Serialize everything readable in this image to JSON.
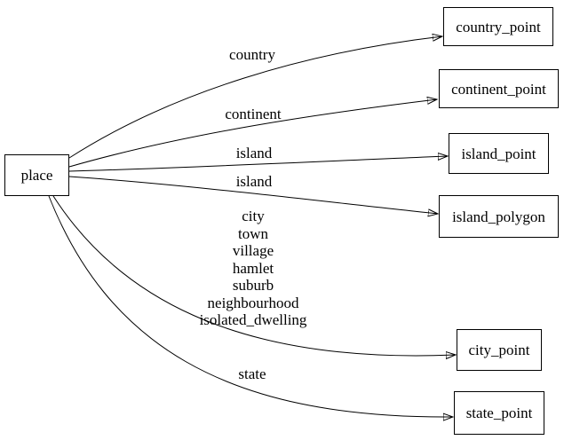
{
  "colors": {
    "background": "#ffffff",
    "node_fill": "#ffffff",
    "node_border": "#000000",
    "edge_stroke": "#000000",
    "text": "#000000"
  },
  "graph": {
    "nodes": [
      {
        "id": "place",
        "label": "place"
      },
      {
        "id": "country_point",
        "label": "country_point"
      },
      {
        "id": "continent_point",
        "label": "continent_point"
      },
      {
        "id": "island_point",
        "label": "island_point"
      },
      {
        "id": "island_polygon",
        "label": "island_polygon"
      },
      {
        "id": "city_point",
        "label": "city_point"
      },
      {
        "id": "state_point",
        "label": "state_point"
      }
    ],
    "edges": [
      {
        "from": "place",
        "to": "country_point",
        "label": "country"
      },
      {
        "from": "place",
        "to": "continent_point",
        "label": "continent"
      },
      {
        "from": "place",
        "to": "island_point",
        "label": "island"
      },
      {
        "from": "place",
        "to": "island_polygon",
        "label": "island"
      },
      {
        "from": "place",
        "to": "city_point",
        "label": "city\ntown\nvillage\nhamlet\nsuburb\nneighbourhood\nisolated_dwelling"
      },
      {
        "from": "place",
        "to": "state_point",
        "label": "state"
      }
    ]
  }
}
